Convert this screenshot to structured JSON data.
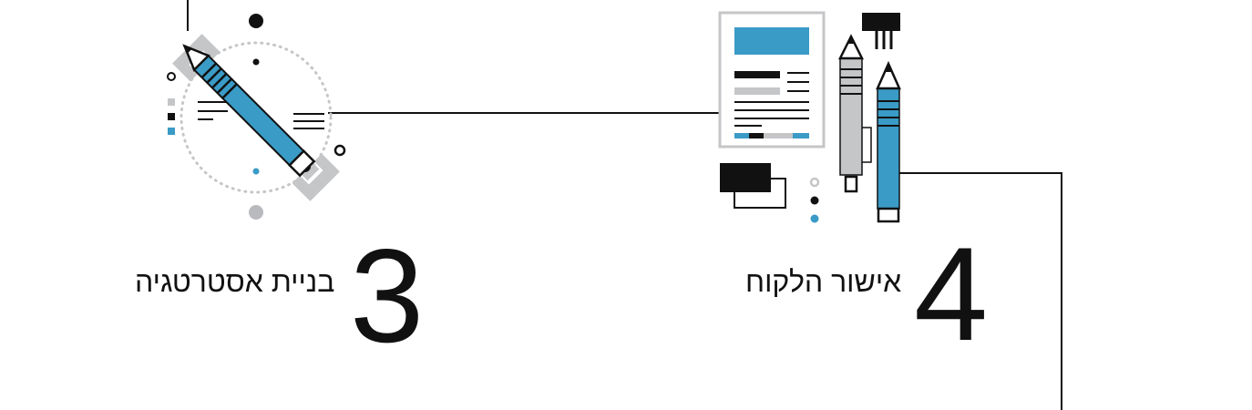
{
  "colors": {
    "accent": "#3a9bc6",
    "gray": "#c4c6c8",
    "gray_light": "#d5d7d9",
    "ink": "#111111"
  },
  "steps": [
    {
      "number": "3",
      "label": "בניית אסטרטגיה",
      "icon": "tools-strategy-icon"
    },
    {
      "number": "4",
      "label": "אישור הלקוח",
      "icon": "document-approval-icon"
    }
  ]
}
